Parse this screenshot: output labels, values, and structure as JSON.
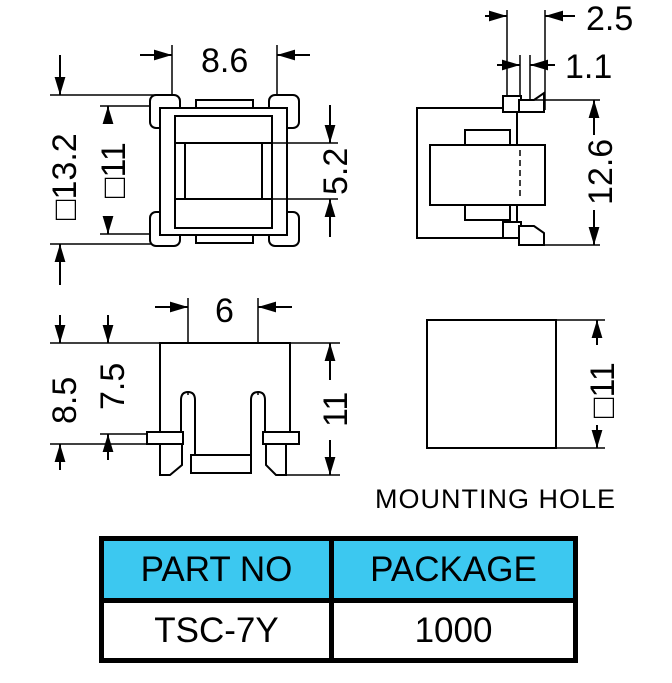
{
  "dimensions": {
    "top_width": "8.6",
    "outer_square": "□13.2",
    "inner_square": "□11",
    "inner_height": "5.2",
    "side_offset": "2.5",
    "side_step": "1.1",
    "side_height": "12.6",
    "front_width": "6",
    "front_overall": "8.5",
    "front_body": "7.5",
    "front_total": "11",
    "hole_square": "□11"
  },
  "mounting_hole_label": "MOUNTING HOLE",
  "table": {
    "header_color": "#3cc8f0",
    "headers": [
      "PART NO",
      "PACKAGE"
    ],
    "rows": [
      [
        "TSC-7Y",
        "1000"
      ]
    ]
  }
}
